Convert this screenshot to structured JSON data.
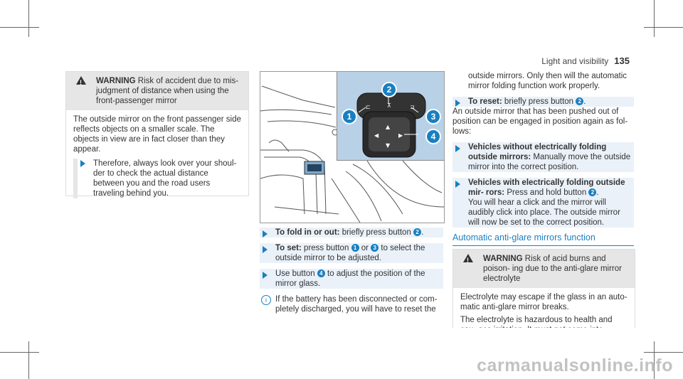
{
  "header": {
    "section": "Light and visibility",
    "page_number": "135"
  },
  "left_warning": {
    "label": "WARNING",
    "lead": "Risk of accident due to mis- judgment of distance when using the front-passenger mirror",
    "body": "The outside mirror on the front passenger side reflects objects on a smaller scale. The objects in view are in fact closer than they appear.",
    "step": "Therefore, always look over your shoul- der to check the actual distance between you and the road users traveling behind you."
  },
  "figure": {
    "callouts": [
      "1",
      "2",
      "3",
      "4"
    ]
  },
  "middle": {
    "step1_label": "To fold in or out:",
    "step1_text": "briefly press button",
    "step1_ref": "2",
    "step2_label": "To set:",
    "step2_text_a": "press button",
    "step2_ref_a": "1",
    "step2_or": "or",
    "step2_ref_b": "3",
    "step2_text_b": "to select the outside mirror to be adjusted.",
    "step3_text_a": "Use button",
    "step3_ref": "4",
    "step3_text_b": "to adjust the position of the mirror glass.",
    "note": "If the battery has been disconnected or com- pletely discharged, you will have to reset the"
  },
  "right": {
    "continued": "outside mirrors. Only then will the automatic mirror folding function work properly.",
    "reset_label": "To reset:",
    "reset_text": "briefly press button",
    "reset_ref": "2",
    "pushed_text": "An outside mirror that has been pushed out of position can be engaged in position again as fol- lows:",
    "step_a_label": "Vehicles without electrically folding outside mirrors:",
    "step_a_text": "Manually move the outside mirror into the correct position.",
    "step_b_label": "Vehicles with electrically folding outside mir- rors:",
    "step_b_text": "Press and hold button",
    "step_b_ref": "2",
    "step_b_text2": "You will hear a click and the mirror will audibly click into place. The outside mirror will now be set to the correct position.",
    "section_title": "Automatic anti-glare mirrors function",
    "warning_label": "WARNING",
    "warning_lead": "Risk of acid burns and poison- ing due to the anti-glare mirror electrolyte",
    "warning_p1": "Electrolyte may escape if the glass in an auto- matic anti-glare mirror breaks.",
    "warning_p2": "The electrolyte is hazardous to health and cau- ses irritation. It must not come into contact"
  },
  "watermark": "carmanualsonline.info"
}
